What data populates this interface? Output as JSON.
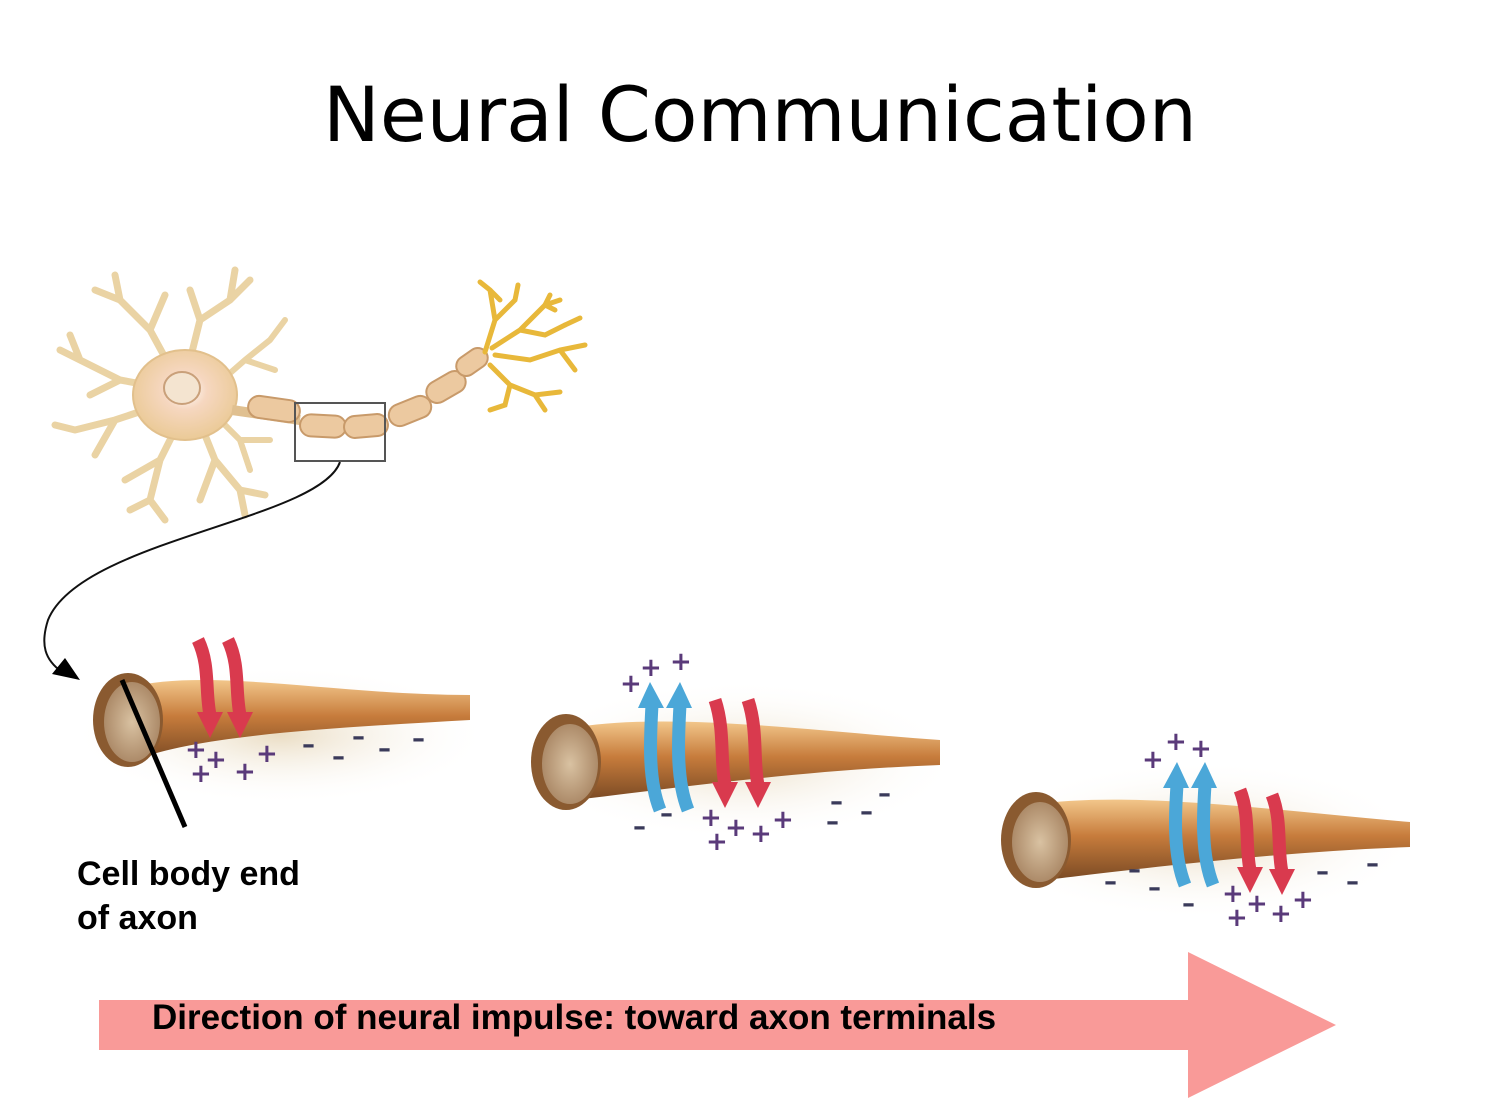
{
  "slide": {
    "title": "Neural Communication"
  },
  "labels": {
    "cell_body_line1": "Cell body end",
    "cell_body_line2": "of axon",
    "direction": "Direction of neural impulse: toward axon terminals"
  },
  "charges": {
    "plus": "+",
    "minus": "–"
  },
  "colors": {
    "direction_arrow": "#f99a98",
    "sodium_arrow": "#d93a4e",
    "potassium_arrow": "#4ba7d8",
    "axon_membrane": "#c98a4b",
    "neuron_body": "#f1d9b0",
    "axon_terminals": "#e8b83a",
    "charge_plus": "#5a3a7a",
    "charge_minus": "#3a3a5a"
  },
  "icons": {
    "sodium_inflow": "red-curved-down-arrow",
    "potassium_outflow": "blue-curved-up-arrow"
  }
}
